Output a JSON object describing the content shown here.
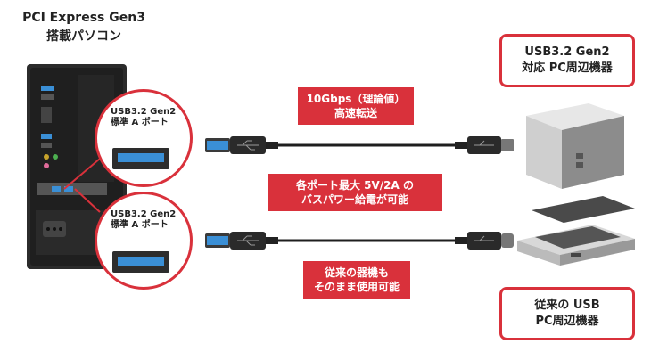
{
  "pc": {
    "title_line1": "PCI Express Gen3",
    "title_line2": "搭載パソコン"
  },
  "port_top": {
    "label_line1": "USB3.2 Gen2",
    "label_line2": "標準 A ポート"
  },
  "port_bottom": {
    "label_line1": "USB3.2 Gen2",
    "label_line2": "標準 A ポート"
  },
  "speed_box": {
    "line1": "10Gbps（理論値）",
    "line2": "高速転送"
  },
  "power_box": {
    "line1": "各ポート最大 5V/2A の",
    "line2": "バスパワー給電が可能"
  },
  "compat_box": {
    "line1": "従来の器機も",
    "line2": "そのまま使用可能"
  },
  "device_top": {
    "line1": "USB3.2 Gen2",
    "line2": "対応 PC周辺機器"
  },
  "device_bottom": {
    "line1": "従来の USB",
    "line2": "PC周辺機器"
  },
  "colors": {
    "accent_red": "#d9313b",
    "usb_blue": "#3a8fd6",
    "cable": "#1e1e1e"
  },
  "icons": [
    "usb-symbol-icon",
    "pc-tower-icon",
    "hdd-enclosure-icon",
    "scanner-icon"
  ]
}
